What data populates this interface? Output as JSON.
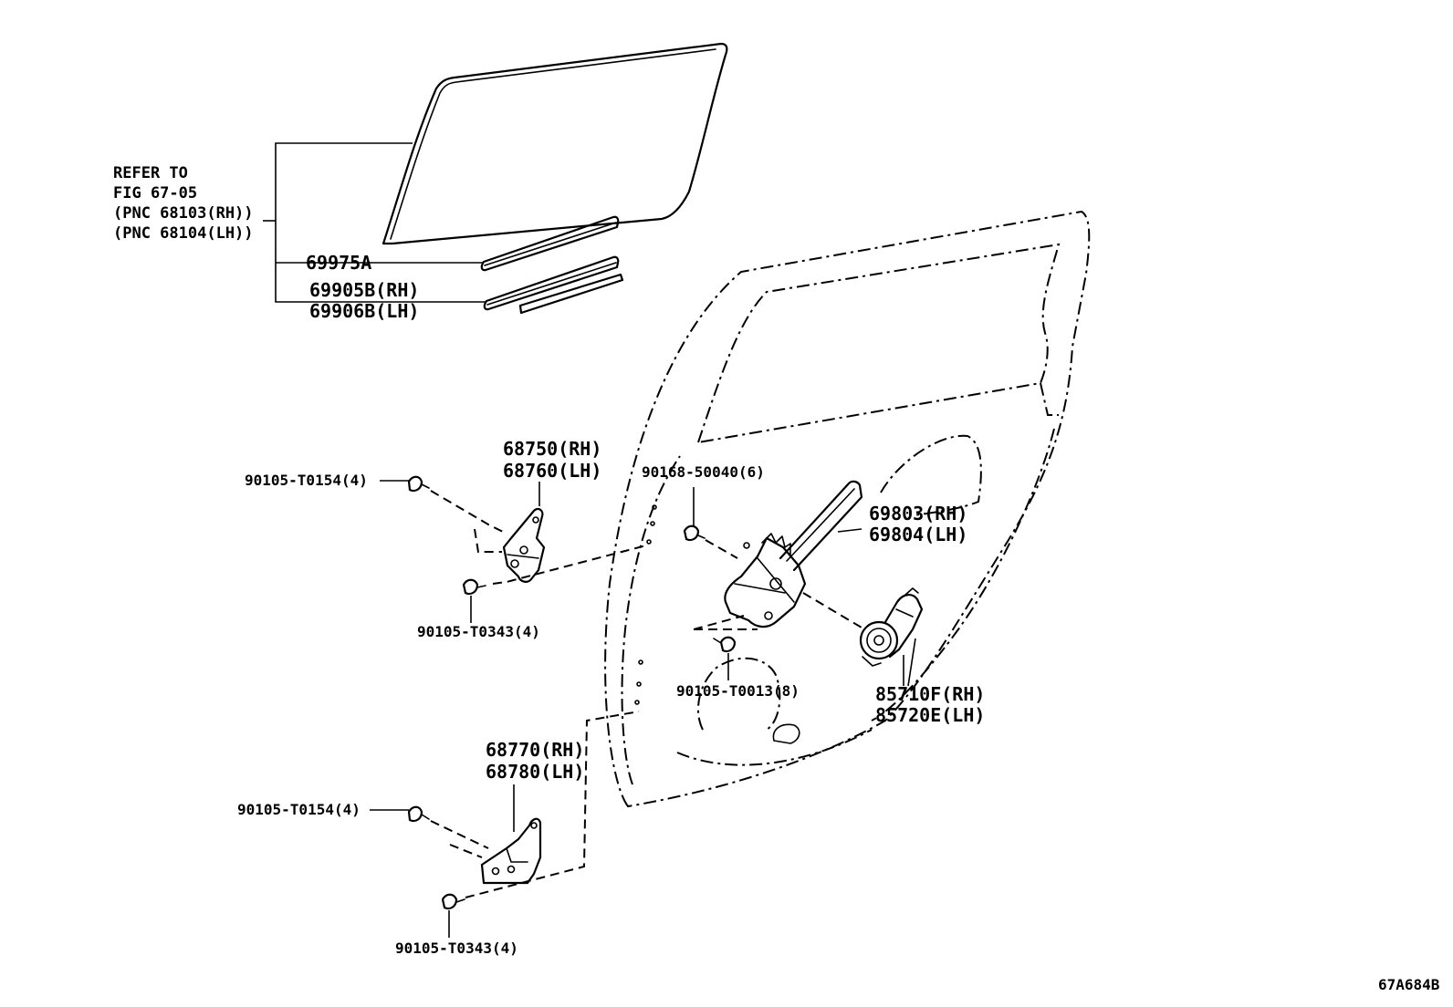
{
  "refer_note": {
    "line1": "REFER TO",
    "line2": "FIG 67-05",
    "line3": "(PNC 68103(RH))",
    "line4": "(PNC 68104(LH))"
  },
  "parts": {
    "p69975A": "69975A",
    "p69905B": "69905B(RH)",
    "p69906B": "69906B(LH)",
    "p68750": "68750(RH)",
    "p68760": "68760(LH)",
    "p90105_T0154_upper": "90105-T0154(4)",
    "p90168_50040": "90168-50040(6)",
    "p69803": "69803(RH)",
    "p69804": "69804(LH)",
    "p90105_T0343_upper": "90105-T0343(4)",
    "p90105_T0013": "90105-T0013(8)",
    "p85710F": "85710F(RH)",
    "p85720E": "85720E(LH)",
    "p68770": "68770(RH)",
    "p68780": "68780(LH)",
    "p90105_T0154_lower": "90105-T0154(4)",
    "p90105_T0343_lower": "90105-T0343(4)"
  },
  "figure_code": "67A684B"
}
